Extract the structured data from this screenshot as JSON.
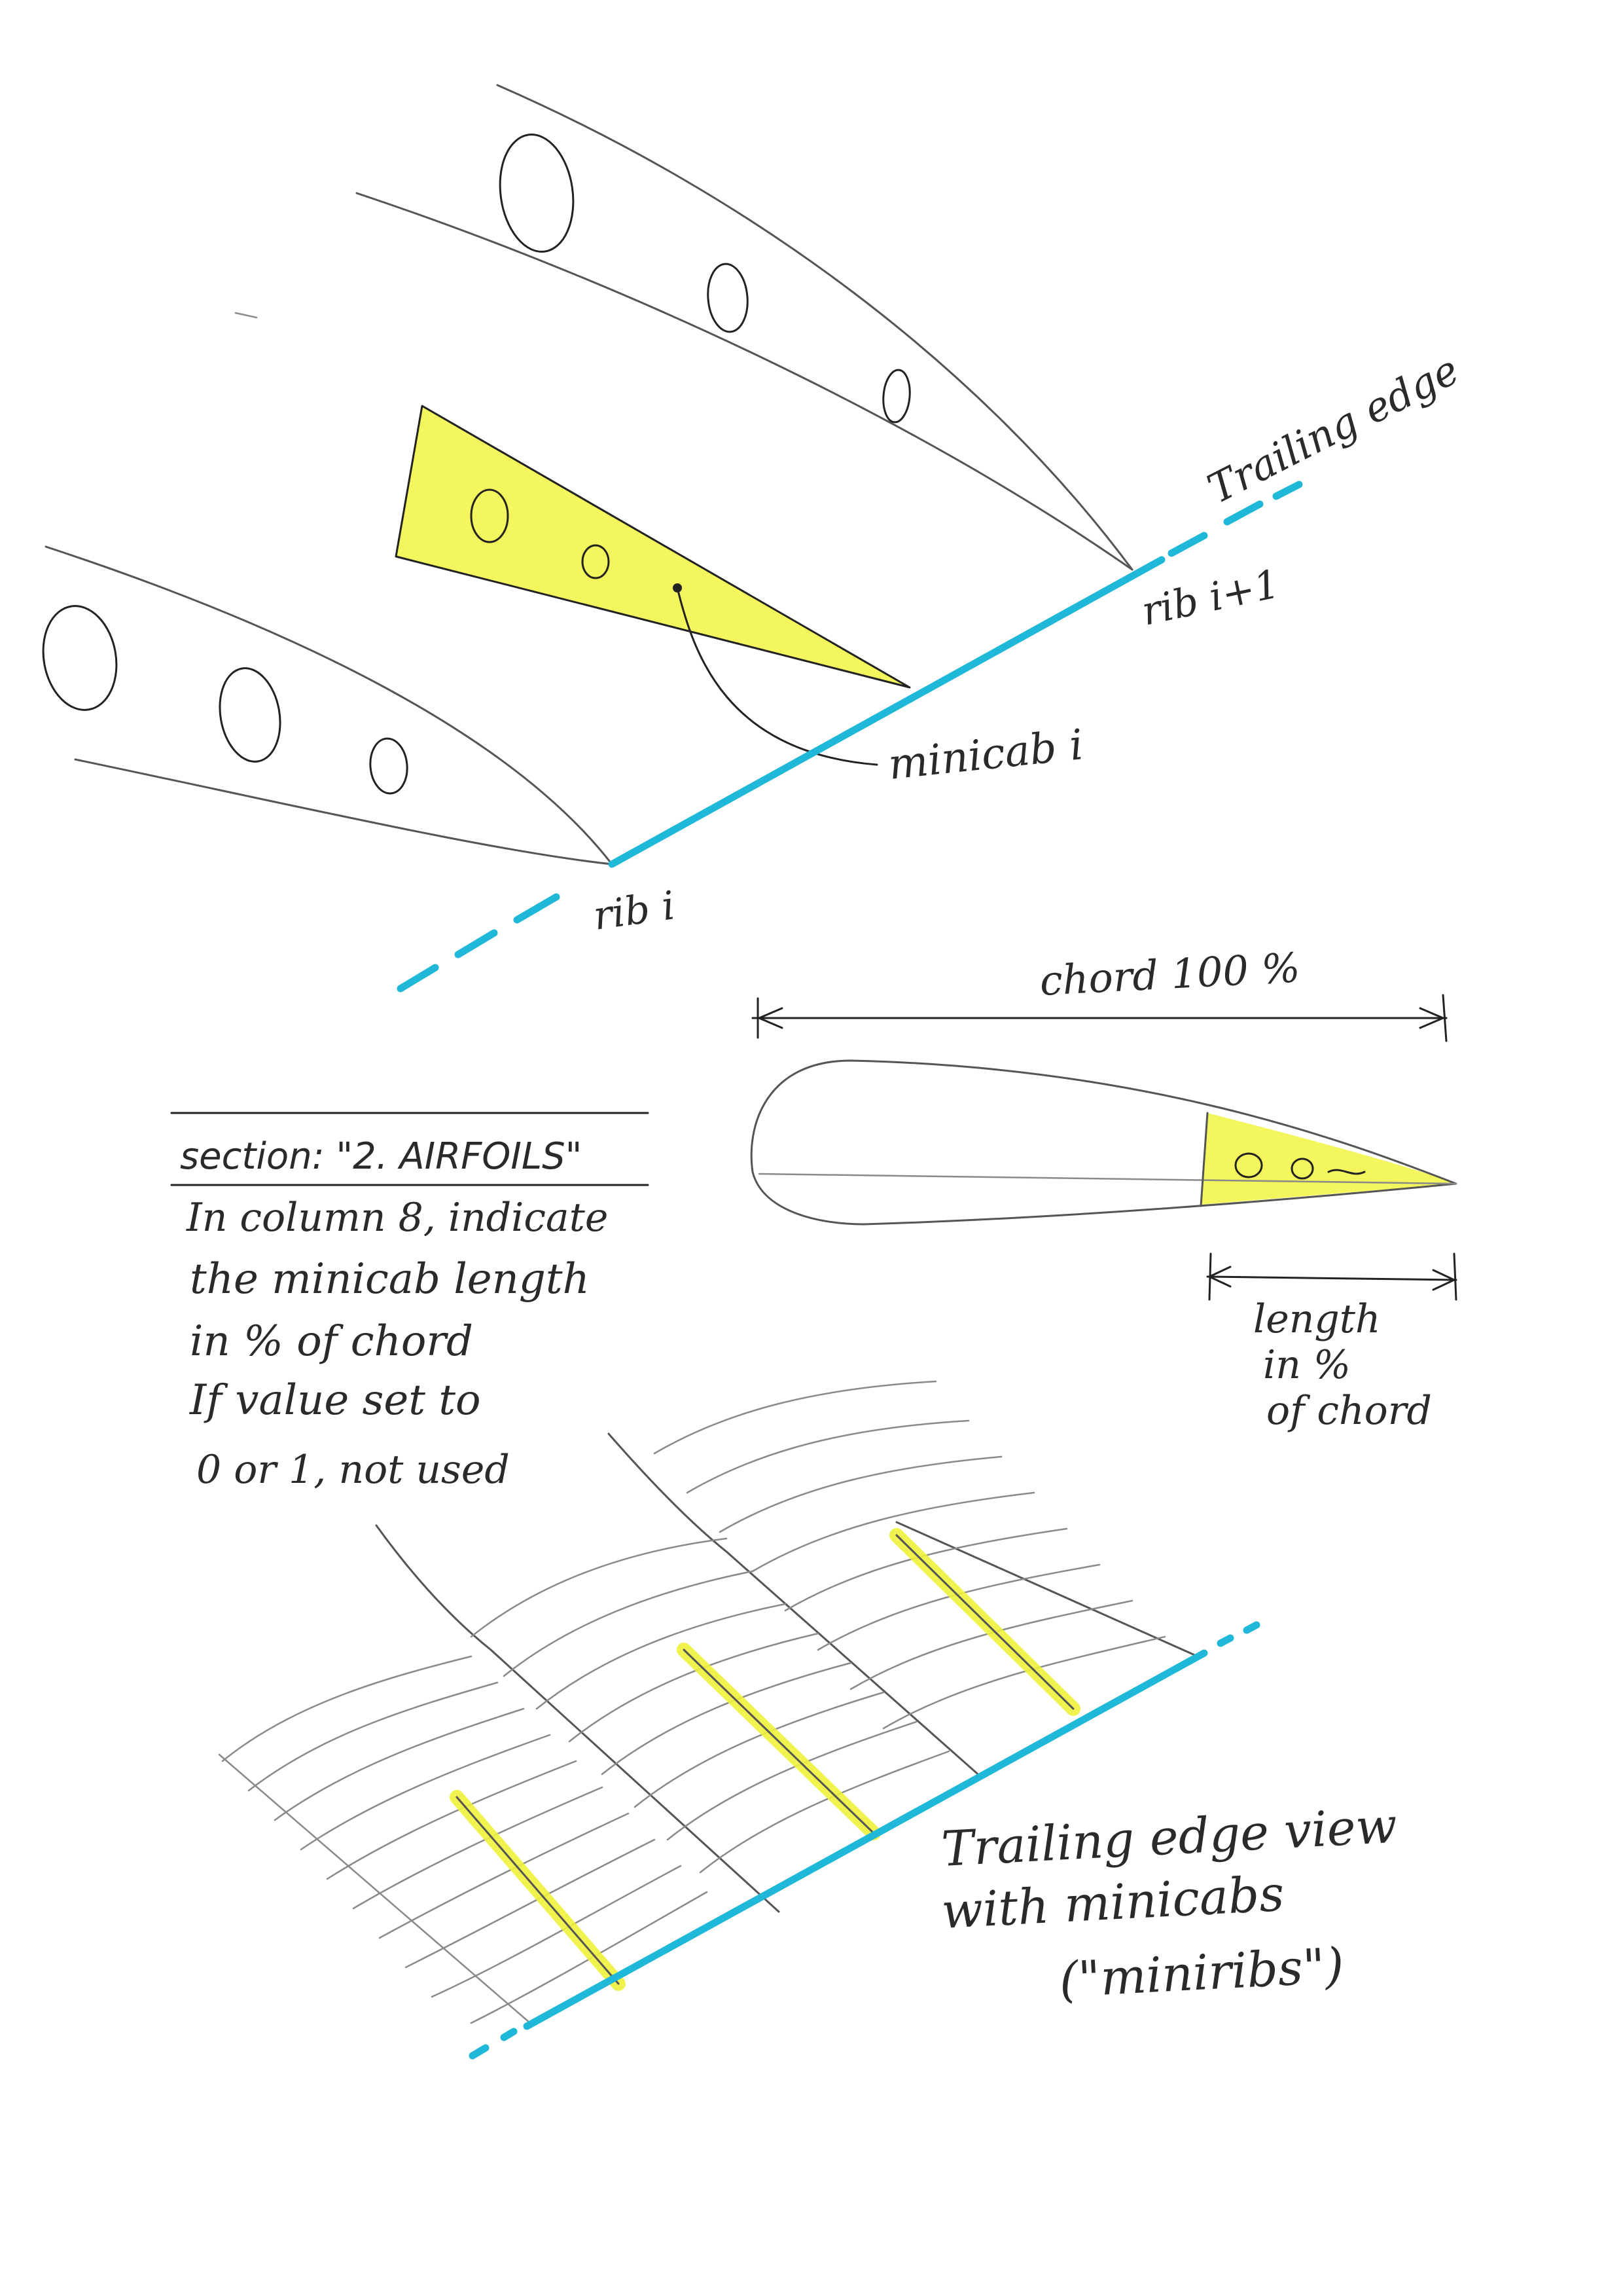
{
  "colors": {
    "trailing_edge": "#1fb8d8",
    "minicab_fill": "#f2f54a",
    "pencil": "#555555",
    "ink": "#222222",
    "paper": "#ffffff"
  },
  "top_view": {
    "trailing_edge_label": "Trailing edge",
    "rib_next_label": "rib i+1",
    "minicab_label": "minicab i",
    "rib_label": "rib i"
  },
  "profile_view": {
    "chord_label": "chord 100 %",
    "length_label_1": "length",
    "length_label_2": "in %",
    "length_label_3": "of chord"
  },
  "note": {
    "section_title": "section: \"2. AIRFOILS\"",
    "line_1": "In column 8, indicate",
    "line_2": "the minicab length",
    "line_3": "in % of chord",
    "line_4": "If value set to",
    "line_5": "0 or 1, not used"
  },
  "perspective_view": {
    "caption_1": "Trailing edge view",
    "caption_2": "with minicabs",
    "caption_3": "(\"miniribs\")"
  }
}
